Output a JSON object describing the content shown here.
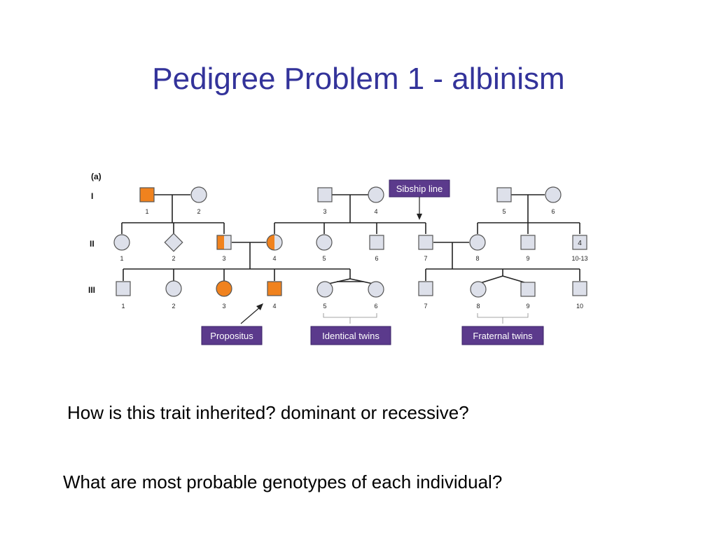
{
  "title": "Pedigree Problem 1 - albinism",
  "panel_label": "(a)",
  "generations": [
    "I",
    "II",
    "III"
  ],
  "labels": {
    "sibship": "Sibship line",
    "propositus": "Propositus",
    "identical_twins": "Identical twins",
    "fraternal_twins": "Fraternal twins"
  },
  "individuals": {
    "I": [
      "1",
      "2",
      "3",
      "4",
      "5",
      "6"
    ],
    "II": [
      "1",
      "2",
      "3",
      "4",
      "5",
      "6",
      "7",
      "8",
      "9",
      "10-13"
    ],
    "II_group_count": "4",
    "III": [
      "1",
      "2",
      "3",
      "4",
      "5",
      "6",
      "7",
      "8",
      "9",
      "10"
    ]
  },
  "colors": {
    "affected": "#f0821e",
    "unaffected": "#dde0ea",
    "label_bg": "#5b3a8c",
    "title": "#33339a"
  },
  "questions": [
    "How is this trait inherited?  dominant or recessive?",
    "What are most probable genotypes of each individual?"
  ]
}
